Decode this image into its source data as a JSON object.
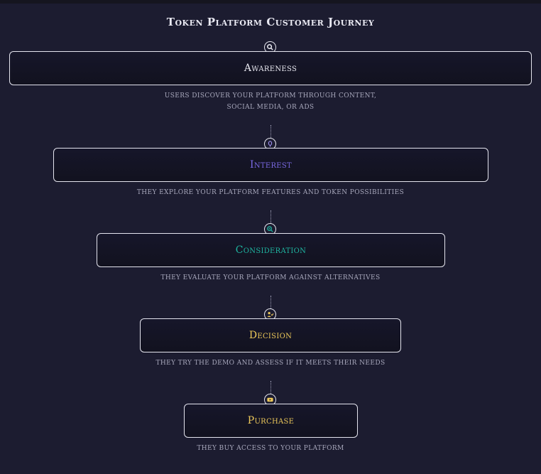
{
  "title": "Token Platform Customer Journey",
  "stages": [
    {
      "label": "Awareness",
      "description": "Users discover your platform through content, social media, or ads",
      "color": "#e8e8f0",
      "icon": "search-icon"
    },
    {
      "label": "Interest",
      "description": "They explore your platform features and token possibilities",
      "color": "#7b6ae6",
      "icon": "lightbulb-icon"
    },
    {
      "label": "Consideration",
      "description": "They evaluate your platform against alternatives",
      "color": "#1fb5a0",
      "icon": "zoom-icon"
    },
    {
      "label": "Decision",
      "description": "They try the demo and assess if it meets their needs",
      "color": "#ecc85a",
      "icon": "user-check-icon"
    },
    {
      "label": "Purchase",
      "description": "They buy access to your platform",
      "color": "#ecc85a",
      "icon": "video-icon"
    }
  ]
}
